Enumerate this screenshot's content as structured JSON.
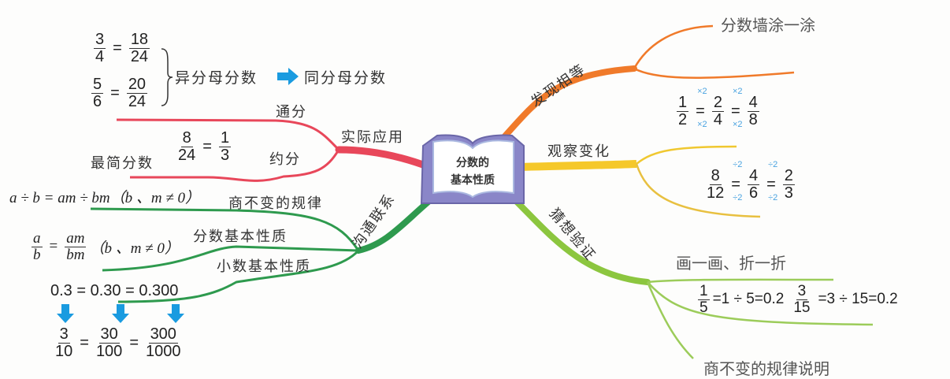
{
  "center": {
    "line1": "分数的",
    "line2": "基本性质"
  },
  "colors": {
    "red": "#e8475a",
    "green": "#2e9a4e",
    "orange": "#f07a2a",
    "yellow": "#f5c82a",
    "lightgreen": "#8cc63f",
    "arrow": "#1a9be0",
    "book": "#8a86c8"
  },
  "branches": {
    "practical": {
      "label": "实际应用",
      "tongfen": {
        "label": "通分",
        "eq1": {
          "l_n": "3",
          "l_d": "4",
          "r_n": "18",
          "r_d": "24"
        },
        "eq2": {
          "l_n": "5",
          "l_d": "6",
          "r_n": "20",
          "r_d": "24"
        },
        "from": "异分母分数",
        "to": "同分母分数"
      },
      "yuefen": {
        "label": "约分",
        "prefix": "最简分数",
        "eq": {
          "l_n": "8",
          "l_d": "24",
          "r_n": "1",
          "r_d": "3"
        }
      }
    },
    "connect": {
      "label": "沟通联系",
      "quotient": {
        "label": "商不变的规律",
        "formula": "a ÷ b = am ÷ bm（b 、m ≠ 0）"
      },
      "fraction": {
        "label": "分数基本性质",
        "num_l": "a",
        "den_l": "b",
        "num_r": "am",
        "den_r": "bm",
        "cond": "（b 、m ≠ 0）"
      },
      "decimal": {
        "label": "小数基本性质",
        "decimals": "0.3 = 0.30 = 0.300",
        "fracs": [
          {
            "n": "3",
            "d": "10"
          },
          {
            "n": "30",
            "d": "100"
          },
          {
            "n": "300",
            "d": "1000"
          }
        ]
      }
    },
    "discover": {
      "label": "发现相等",
      "sub": "分数墙涂一涂"
    },
    "observe": {
      "label": "观察变化",
      "eq1": {
        "fracs": [
          {
            "n": "1",
            "d": "2"
          },
          {
            "n": "2",
            "d": "4"
          },
          {
            "n": "4",
            "d": "8"
          }
        ],
        "op": "×2"
      },
      "eq2": {
        "fracs": [
          {
            "n": "8",
            "d": "12"
          },
          {
            "n": "4",
            "d": "6"
          },
          {
            "n": "2",
            "d": "3"
          }
        ],
        "op": "÷2"
      }
    },
    "guess": {
      "label": "猜想验证",
      "sub1": "画一画、折一折",
      "ex1": {
        "n": "1",
        "d": "5",
        "rest": "=1 ÷ 5=0.2"
      },
      "ex2": {
        "n": "3",
        "d": "15",
        "rest": "=3 ÷ 15=0.2"
      },
      "sub2": "商不变的规律说明"
    }
  }
}
